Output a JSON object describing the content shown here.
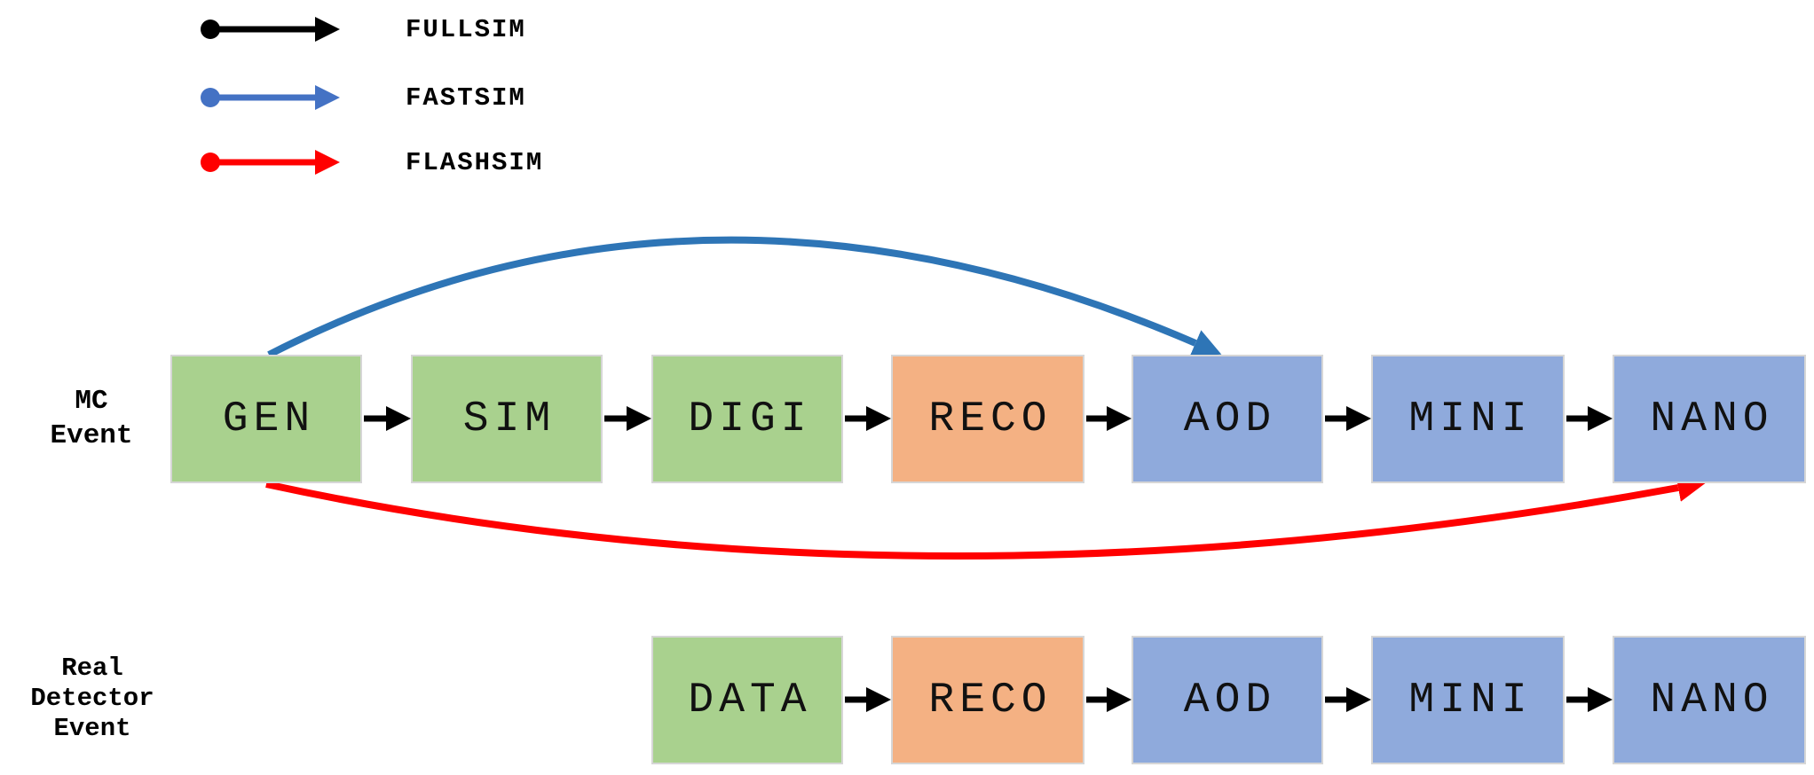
{
  "legend": {
    "items": [
      {
        "label": "FULLSIM",
        "color": "#000000"
      },
      {
        "label": "FASTSIM",
        "color": "#4472c4"
      },
      {
        "label": "FLASHSIM",
        "color": "#ff0000"
      }
    ]
  },
  "rows": [
    {
      "label_lines": [
        "MC",
        "Event"
      ],
      "boxes": [
        {
          "label": "GEN",
          "color": "#a9d18e"
        },
        {
          "label": "SIM",
          "color": "#a9d18e"
        },
        {
          "label": "DIGI",
          "color": "#a9d18e"
        },
        {
          "label": "RECO",
          "color": "#f4b183"
        },
        {
          "label": "AOD",
          "color": "#8faadc"
        },
        {
          "label": "MINI",
          "color": "#8faadc"
        },
        {
          "label": "NANO",
          "color": "#8faadc"
        }
      ]
    },
    {
      "label_lines": [
        "Real",
        "Detector",
        "Event"
      ],
      "boxes": [
        {
          "label": "DATA",
          "color": "#a9d18e"
        },
        {
          "label": "RECO",
          "color": "#f4b183"
        },
        {
          "label": "AOD",
          "color": "#8faadc"
        },
        {
          "label": "MINI",
          "color": "#8faadc"
        },
        {
          "label": "NANO",
          "color": "#8faadc"
        }
      ]
    }
  ],
  "curves": [
    {
      "name": "fastsim-shortcut",
      "from": "GEN",
      "to": "AOD",
      "color": "#2e75b6"
    },
    {
      "name": "flashsim-shortcut",
      "from": "GEN",
      "to": "NANO",
      "color": "#ff0000"
    }
  ],
  "colors": {
    "box_green": "#a9d18e",
    "box_orange": "#f4b183",
    "box_blue": "#8faadc",
    "box_border": "#d6d6d6",
    "flow_arrow": "#000000",
    "fastsim_curve": "#2e75b6",
    "fastsim_legend": "#4472c4",
    "flashsim_red": "#ff0000"
  }
}
